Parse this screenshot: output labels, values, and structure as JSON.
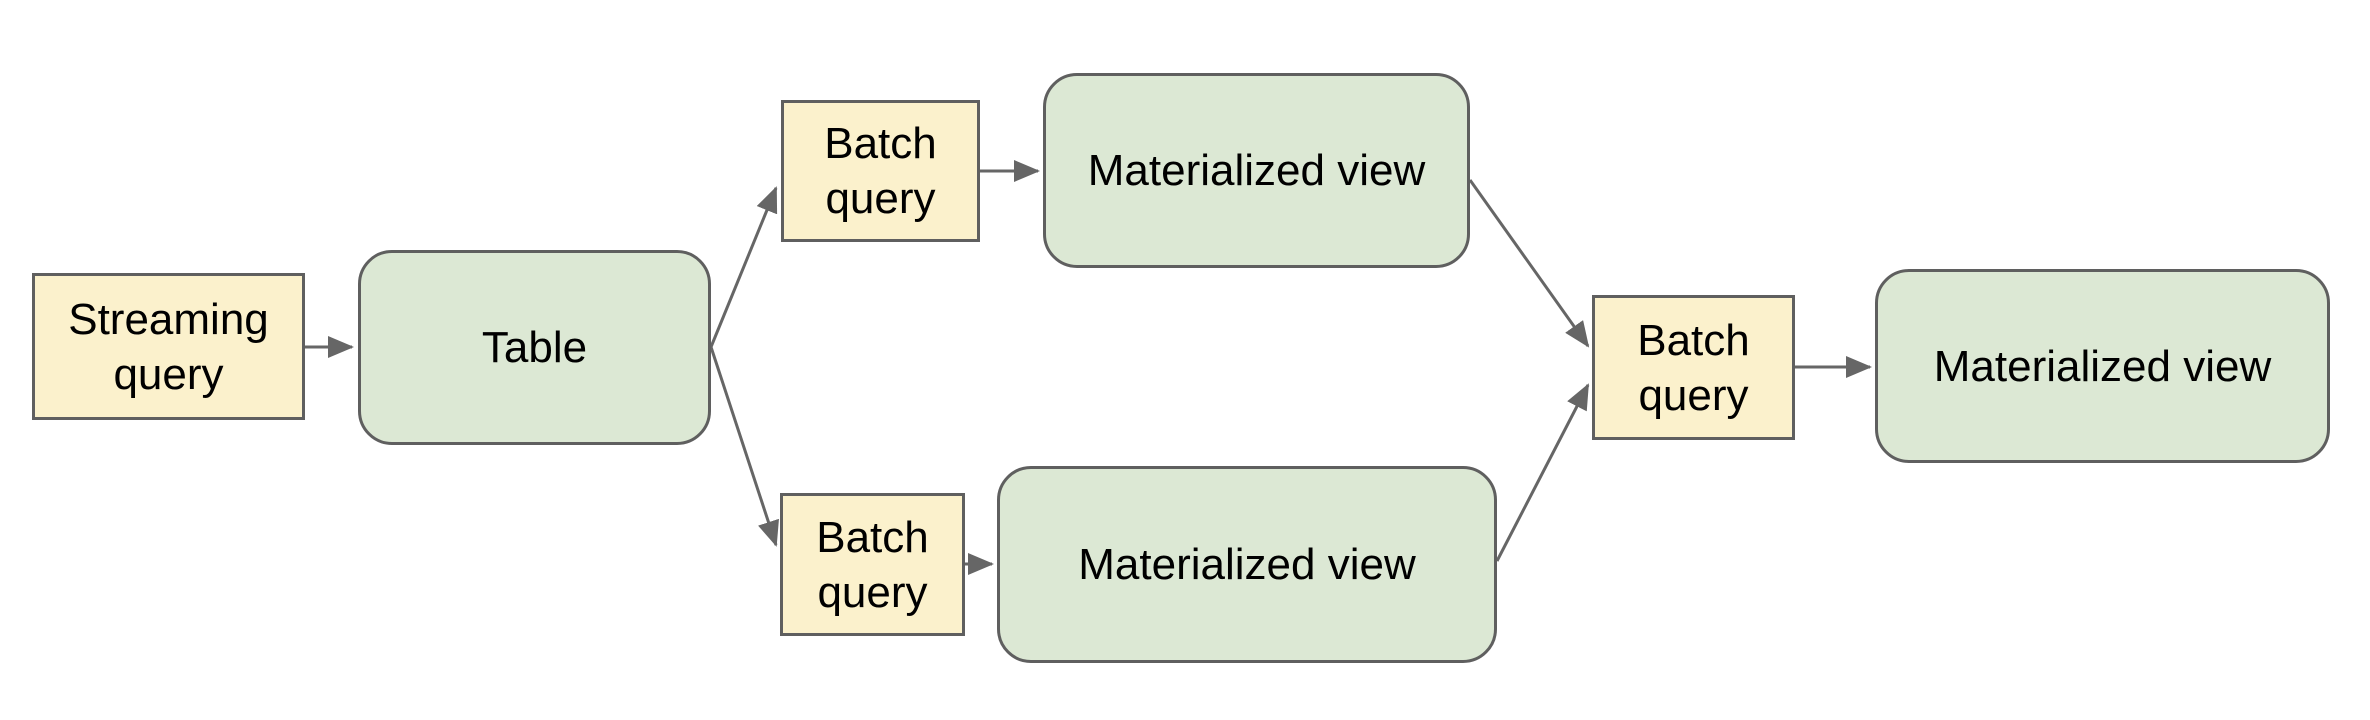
{
  "diagram": {
    "colors": {
      "canvas_bg": "#ffffff",
      "query_fill": "#fbf1cc",
      "dataset_fill": "#dce8d4",
      "node_border": "#5f5f5f",
      "arrow_color": "#666666",
      "label_color": "#000000"
    },
    "nodes": [
      {
        "id": "streaming-query",
        "label": "Streaming query",
        "kind": "query",
        "shape": "rectangle"
      },
      {
        "id": "table",
        "label": "Table",
        "kind": "dataset",
        "shape": "rounded-rectangle"
      },
      {
        "id": "batch-query-top",
        "label": "Batch query",
        "kind": "query",
        "shape": "rectangle"
      },
      {
        "id": "materialized-view-top",
        "label": "Materialized view",
        "kind": "dataset",
        "shape": "rounded-rectangle"
      },
      {
        "id": "batch-query-bottom",
        "label": "Batch query",
        "kind": "query",
        "shape": "rectangle"
      },
      {
        "id": "materialized-view-bottom",
        "label": "Materialized view",
        "kind": "dataset",
        "shape": "rounded-rectangle"
      },
      {
        "id": "batch-query-right",
        "label": "Batch query",
        "kind": "query",
        "shape": "rectangle"
      },
      {
        "id": "materialized-view-right",
        "label": "Materialized view",
        "kind": "dataset",
        "shape": "rounded-rectangle"
      }
    ],
    "edges": [
      {
        "from": "streaming-query",
        "to": "table"
      },
      {
        "from": "table",
        "to": "batch-query-top"
      },
      {
        "from": "table",
        "to": "batch-query-bottom"
      },
      {
        "from": "batch-query-top",
        "to": "materialized-view-top"
      },
      {
        "from": "batch-query-bottom",
        "to": "materialized-view-bottom"
      },
      {
        "from": "materialized-view-top",
        "to": "batch-query-right"
      },
      {
        "from": "materialized-view-bottom",
        "to": "batch-query-right"
      },
      {
        "from": "batch-query-right",
        "to": "materialized-view-right"
      }
    ]
  }
}
